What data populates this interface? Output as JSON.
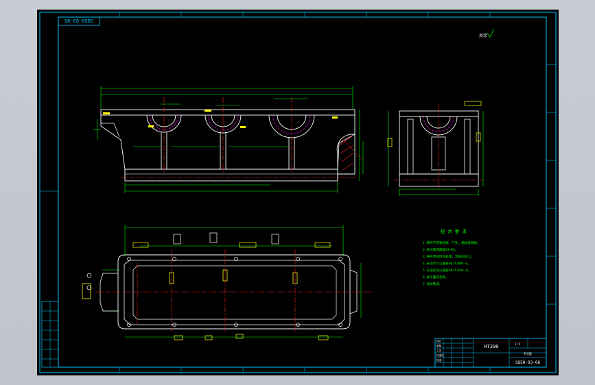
{
  "drawing": {
    "part_code_rotated": "SQ50-03-06",
    "material": "HT200",
    "part_code": "SQ50-03-06",
    "tech_req_title": "技 术 要 求",
    "tech_req_lines": [
      "1.铸件不得有砂眼、气孔、缩松等缺陷。",
      "2.未注铸造圆角R3~R5。",
      "3.铸件须经时效处理，消除内应力。",
      "4.未注尺寸公差按GB/T1804-m。",
      "5.未注形位公差按GB/T1184-K。",
      "6.加工面去毛刺。",
      "7.涂防锈漆。"
    ],
    "roughness_note": "其余",
    "title_block_labels": [
      "设计",
      "审核",
      "工艺",
      "标准化",
      "批准"
    ],
    "scale_label": "1:5",
    "sheet_label": "共1张"
  },
  "colors": {
    "frame": "#00c8ff",
    "outline": "#ffffff",
    "dimension": "#00ff00",
    "centerline": "#ff2020",
    "annotation": "#ffff00",
    "hidden": "#ff00ff"
  }
}
